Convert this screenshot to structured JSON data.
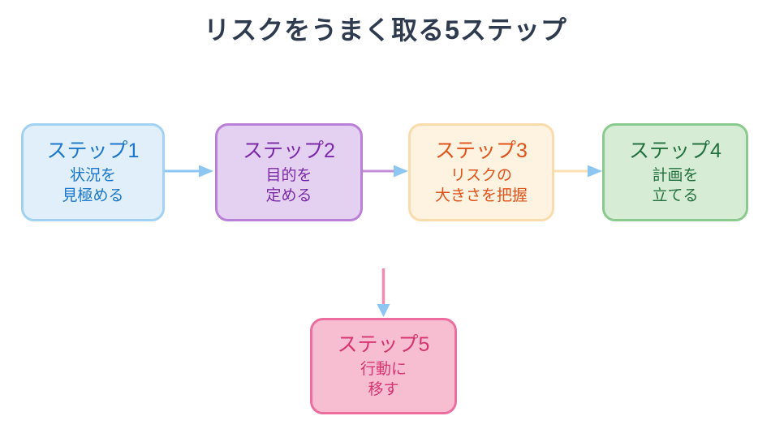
{
  "title": {
    "text": "リスクをうまく取る5ステップ",
    "color": "#2e3a4e"
  },
  "steps": [
    {
      "id": "step-1",
      "name": "ステップ1",
      "lines": [
        "状況を",
        "見極める"
      ],
      "fill": "#e0effa",
      "border": "#a2d2f2",
      "text_color": "#1c76c9"
    },
    {
      "id": "step-2",
      "name": "ステップ2",
      "lines": [
        "目的を",
        "定める"
      ],
      "fill": "#e4d0f0",
      "border": "#ba7fd6",
      "text_color": "#7a2aa8"
    },
    {
      "id": "step-3",
      "name": "ステップ3",
      "lines": [
        "リスクの",
        "大きさを把握"
      ],
      "fill": "#fdf3e0",
      "border": "#f8dcab",
      "text_color": "#e0531a"
    },
    {
      "id": "step-4",
      "name": "ステップ4",
      "lines": [
        "計画を",
        "立てる"
      ],
      "fill": "#d7ecd5",
      "border": "#8aca8e",
      "text_color": "#23703f"
    },
    {
      "id": "step-5",
      "name": "ステップ5",
      "lines": [
        "行動に",
        "移す"
      ],
      "fill": "#f7bed2",
      "border": "#ee6d9f",
      "text_color": "#d63570"
    }
  ],
  "arrows": [
    {
      "from": "step-1",
      "to": "step-2",
      "direction": "right",
      "line_color": "#8ec6f2",
      "head_color": "#8ec6f2"
    },
    {
      "from": "step-2",
      "to": "step-3",
      "direction": "right",
      "line_color": "#c48fd8",
      "head_color": "#8ec6f2"
    },
    {
      "from": "step-3",
      "to": "step-4",
      "direction": "right",
      "line_color": "#fadfb2",
      "head_color": "#8ec6f2"
    },
    {
      "to": "step-5",
      "direction": "down",
      "line_color": "#f38bb0",
      "head_color": "#8ec6f2"
    }
  ]
}
